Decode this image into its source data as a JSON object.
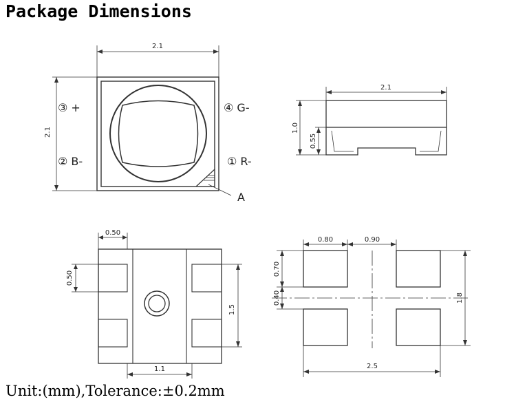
{
  "title": "Package Dimensions",
  "footer": "Unit:(mm),Tolerance:±0.2mm",
  "top_view": {
    "width_dim": "2.1",
    "height_dim": "2.1",
    "pin_labels": {
      "pin3": "③ +",
      "pin4": "④ G-",
      "pin2": "② B-",
      "pin1": "① R-"
    },
    "marker_label": "A"
  },
  "side_view": {
    "width_dim": "2.1",
    "height_dim": "1.0",
    "body_dim": "0.55"
  },
  "bottom_view": {
    "pad_width_dim": "0.50",
    "pad_height_dim": "0.50",
    "pitch_dim": "1.5",
    "bottom_dim": "1.1"
  },
  "footprint": {
    "pad_dim": "0.80",
    "gap_dim": "0.90",
    "pad_height_dim": "0.70",
    "center_gap_dim": "0.40",
    "total_height_dim": "1.8",
    "total_width_dim": "2.5"
  }
}
